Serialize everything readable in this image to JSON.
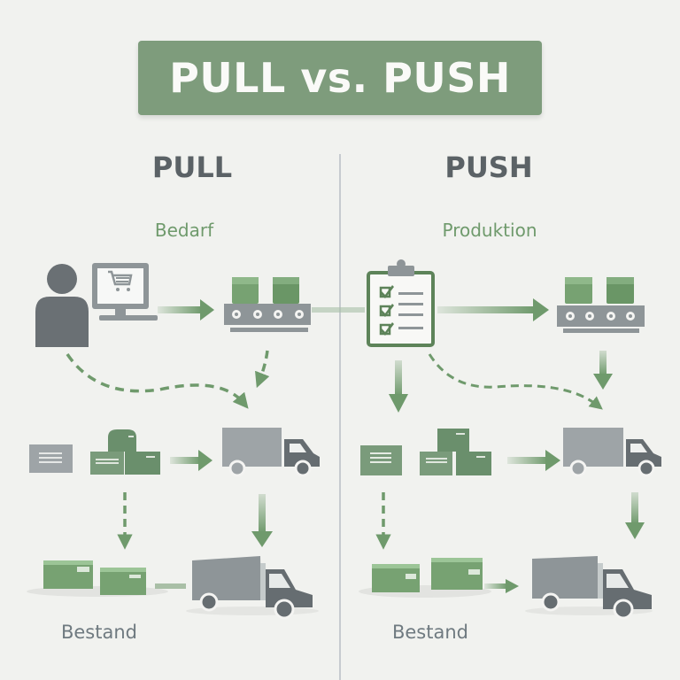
{
  "title": "PULL vs. PUSH",
  "colors": {
    "banner": "#7e9c7c",
    "green_dark": "#5d8359",
    "green_mid": "#77a272",
    "green_light": "#8fb88a",
    "gray_dark": "#666d71",
    "gray_mid": "#8e9598",
    "gray_light": "#b8bdbf",
    "background": "#f1f2ef"
  },
  "pull": {
    "heading": "PULL",
    "subheading": "Bedarf",
    "stock_label": "Bestand",
    "icons": [
      "person-icon",
      "computer-cart-icon",
      "conveyor-icon",
      "document-icon",
      "boxes-icon",
      "truck-icon",
      "inventory-boxes-icon",
      "delivery-truck-icon"
    ]
  },
  "push": {
    "heading": "PUSH",
    "subheading": "Produktion",
    "stock_label": "Bestand",
    "icons": [
      "clipboard-checklist-icon",
      "conveyor-icon",
      "document-icon",
      "boxes-icon",
      "truck-icon",
      "inventory-boxes-icon",
      "delivery-truck-icon"
    ]
  }
}
